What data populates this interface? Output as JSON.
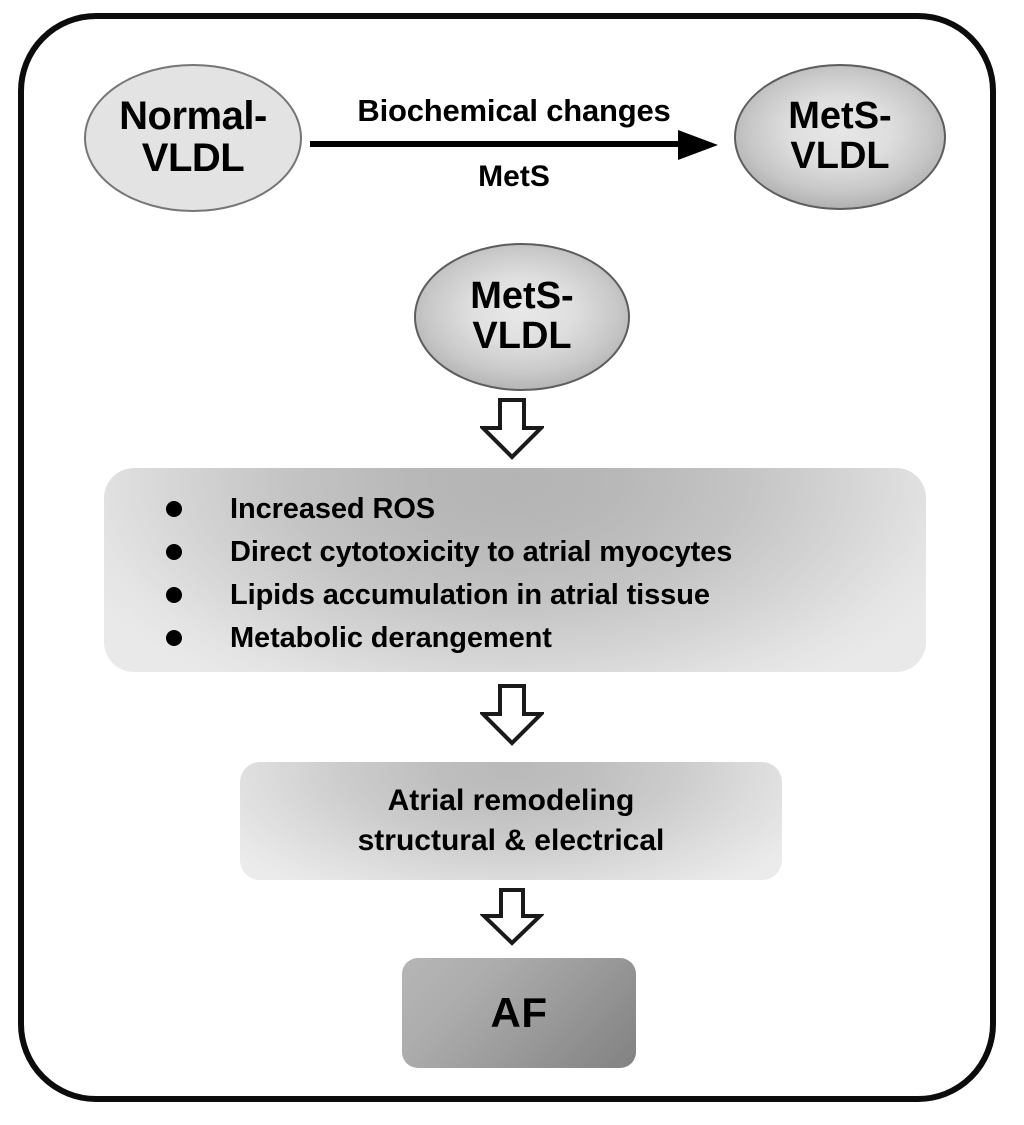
{
  "figure": {
    "title": "MetS-VLDL to atrial fibrillation pathway",
    "frame": {
      "border_color": "#0c0c0c"
    }
  },
  "nodes": {
    "normal_vldl": {
      "line1": "Normal-",
      "line2": "VLDL",
      "fill": "#e3e3e3"
    },
    "mets_vldl_right": {
      "line1": "MetS-",
      "line2": "VLDL",
      "fill": "#c6c6c6"
    },
    "mets_vldl_mid": {
      "line1": "MetS-",
      "line2": "VLDL",
      "fill": "#c8c8c8"
    }
  },
  "transition_arrow": {
    "label_top": "Biochemical changes",
    "label_bottom": "MetS",
    "color": "#000000"
  },
  "effects_box": {
    "items": [
      "Increased ROS",
      "Direct cytotoxicity to atrial myocytes",
      "Lipids accumulation in atrial tissue",
      "Metabolic derangement"
    ],
    "bullet_color": "#000000"
  },
  "remodeling_box": {
    "line1": "Atrial  remodeling",
    "line2": "structural & electrical"
  },
  "outcome_box": {
    "label": "AF",
    "fill": "#9b9b9b"
  },
  "flow_arrows": [
    {
      "name": "arrow-mets-to-effects",
      "direction": "down"
    },
    {
      "name": "arrow-effects-to-remodeling",
      "direction": "down"
    },
    {
      "name": "arrow-remodeling-to-af",
      "direction": "down"
    }
  ]
}
